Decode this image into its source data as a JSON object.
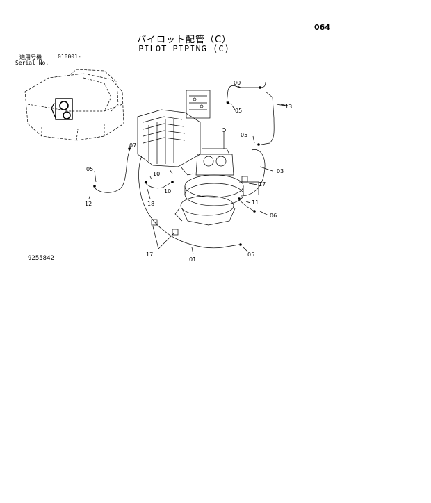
{
  "page": {
    "page_number": "064",
    "title_japanese": "パイロット配管（C）",
    "title_english": "PILOT PIPING (C)",
    "serial_label_japanese": "適用号機",
    "serial_value": "010001-",
    "serial_label_english": "Serial No.",
    "drawing_number": "9255842"
  },
  "callouts": {
    "c00": "00",
    "c05a": "05",
    "c13": "13",
    "c05b": "05",
    "c07": "07",
    "c05c": "05",
    "c03": "03",
    "c10a": "10",
    "c10b": "10",
    "c17a": "17",
    "c12": "12",
    "c18": "18",
    "c11": "11",
    "c06": "06",
    "c17b": "17",
    "c01": "01",
    "c05d": "05"
  },
  "colors": {
    "ink": "#000000",
    "paper": "#ffffff"
  }
}
